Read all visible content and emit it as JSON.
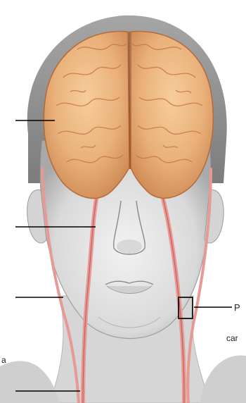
{
  "labels": {
    "right_box_label": "P",
    "right_sub_label": "car",
    "left_fragment_label": "a"
  },
  "colors": {
    "brain": "#e9b07a",
    "brain_dark": "#c9763f",
    "artery": "#e79a93",
    "artery_dark": "#c95d58",
    "skin": "#e2e2e2",
    "skin_shadow": "#9a9a9a",
    "hair": "#8f8f8f",
    "leader_line": "#000000"
  }
}
